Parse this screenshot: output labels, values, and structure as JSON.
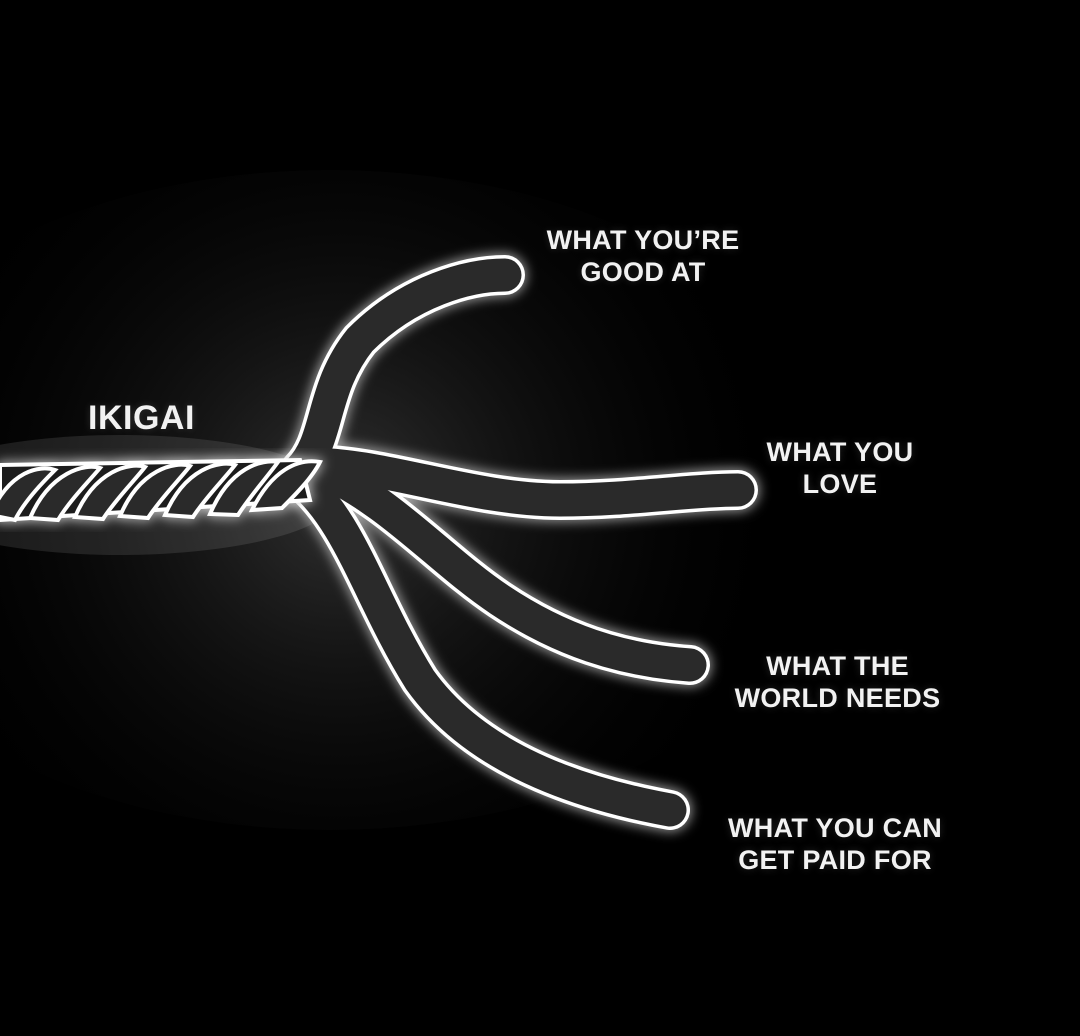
{
  "center_label": "IKIGAI",
  "branches": [
    {
      "id": "good-at",
      "lines": [
        "WHAT YOU’RE",
        "GOOD AT"
      ]
    },
    {
      "id": "love",
      "lines": [
        "WHAT YOU",
        "LOVE"
      ]
    },
    {
      "id": "world-needs",
      "lines": [
        "WHAT THE",
        "WORLD NEEDS"
      ]
    },
    {
      "id": "paid-for",
      "lines": [
        "WHAT YOU CAN",
        "GET PAID FOR"
      ]
    }
  ],
  "colors": {
    "background": "#000000",
    "strand_fill": "#2b2b2b",
    "strand_outline": "#ffffff",
    "text": "#f2f2f2"
  }
}
